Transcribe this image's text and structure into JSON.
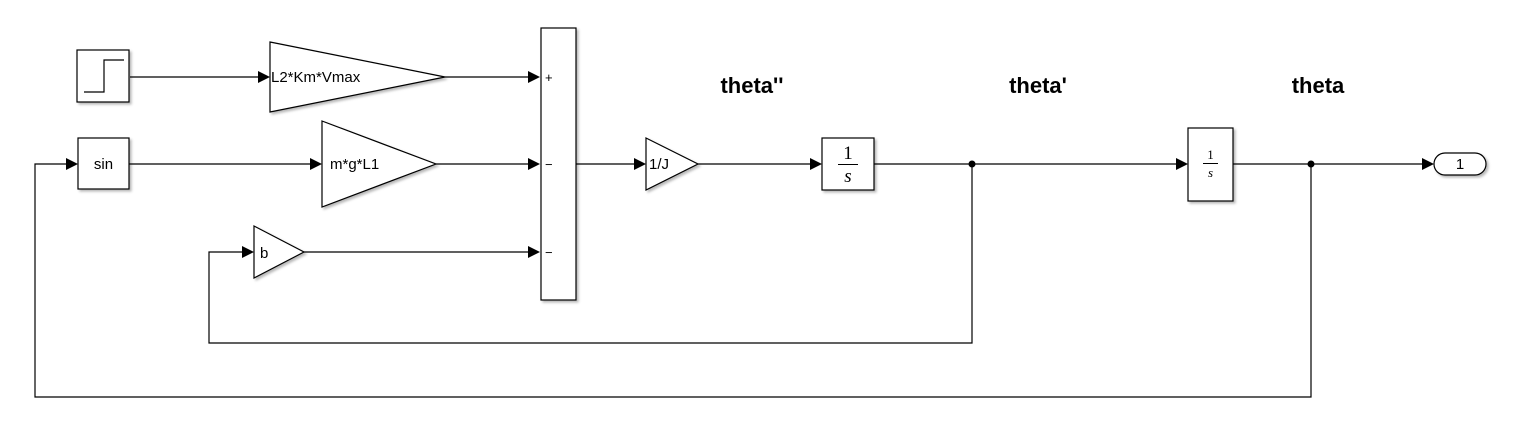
{
  "blocks": {
    "step": {
      "label": ""
    },
    "gain_motor": {
      "label": "L2*Km*Vmax"
    },
    "sin": {
      "label": "sin"
    },
    "gain_gravity": {
      "label": "m*g*L1"
    },
    "gain_damping": {
      "label": "b"
    },
    "sum": {
      "signs": [
        "+",
        "−",
        "−"
      ]
    },
    "gain_inertia": {
      "label": "1/J"
    },
    "integrator1": {
      "numerator": "1",
      "denominator": "s"
    },
    "integrator2": {
      "numerator": "1",
      "denominator": "s"
    },
    "outport": {
      "label": "1"
    }
  },
  "signals": {
    "acceleration": "theta''",
    "velocity": "theta'",
    "position": "theta"
  }
}
